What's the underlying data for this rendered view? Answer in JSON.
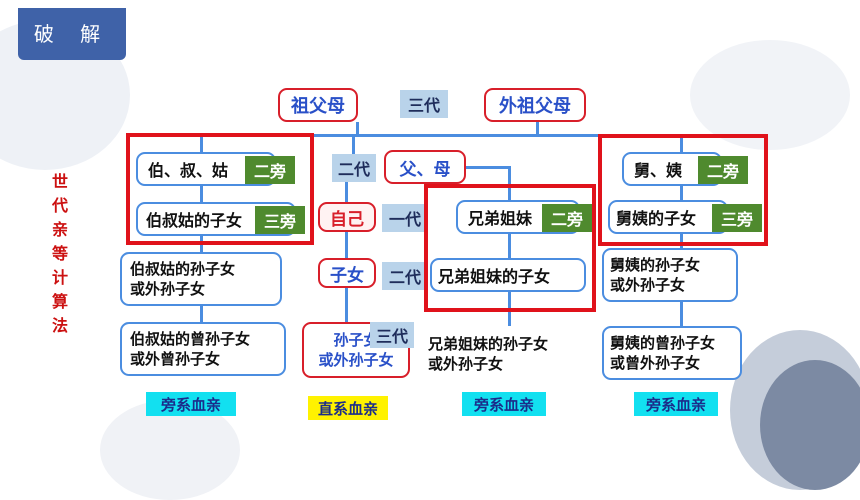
{
  "banner": "破 解",
  "side_title": "世代亲等计算法",
  "nodes": {
    "grandparents": "祖父母",
    "maternal_grandparents": "外祖父母",
    "parents": "父、母",
    "self": "自己",
    "children": "子女",
    "grandchildren": "孙子女\n或外孙子女",
    "uncles_aunts": "伯、叔、姑",
    "uncles_aunts_children": "伯叔姑的子女",
    "uncles_aunts_grandchildren": "伯叔姑的孙子女\n或外孙子女",
    "uncles_aunts_great_grandchildren": "伯叔姑的曾孙子女\n或外曾孙子女",
    "siblings": "兄弟姐妹",
    "siblings_children": "兄弟姐妹的子女",
    "siblings_grandchildren": "兄弟姐妹的孙子女\n或外孙子女",
    "maternal_uncles_aunts": "舅、姨",
    "maternal_children": "舅姨的子女",
    "maternal_grandchildren": "舅姨的孙子女\n或外孙子女",
    "maternal_great_grandchildren": "舅姨的曾孙子女\n或曾外孙子女"
  },
  "generations": {
    "third": "三代",
    "second_a": "二代",
    "first": "一代",
    "second_b": "二代",
    "third_b": "三代"
  },
  "tags": {
    "second_collateral": "二旁",
    "third_collateral": "三旁"
  },
  "captions": {
    "collateral": "旁系血亲",
    "lineal": "直系血亲"
  },
  "colors": {
    "banner": "#3f62a8",
    "box_border": "#4b8de0",
    "highlight_frame": "#e0121b",
    "tag_green": "#4f8a2e",
    "generation_label_bg": "#b9d3ea",
    "caption_bg": "#12e0f0",
    "lineal_caption_bg": "#fff200",
    "side_title": "#cc1111"
  }
}
